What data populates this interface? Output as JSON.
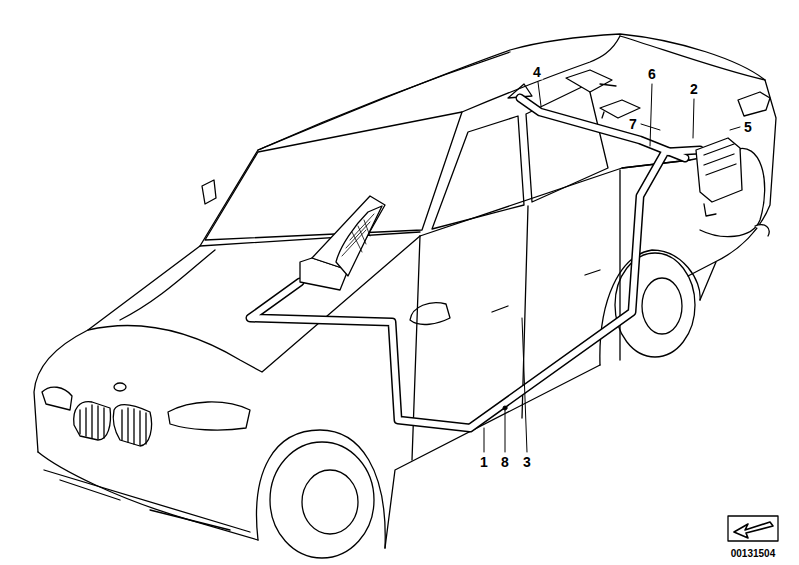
{
  "diagram": {
    "labels": [
      "4",
      "6",
      "2",
      "7",
      "5",
      "1",
      "8",
      "3",
      "00131504"
    ]
  }
}
